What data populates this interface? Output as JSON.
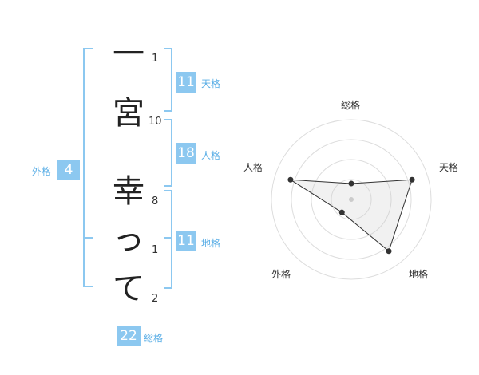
{
  "name": {
    "chars": [
      "一",
      "宮",
      "幸",
      "っ",
      "て"
    ],
    "strokes": [
      "1",
      "10",
      "8",
      "1",
      "2"
    ]
  },
  "scores": {
    "tenkaku": {
      "value": "11",
      "label": "天格"
    },
    "jinkaku": {
      "value": "18",
      "label": "人格"
    },
    "chikaku": {
      "value": "11",
      "label": "地格"
    },
    "gaikaku": {
      "value": "4",
      "label": "外格"
    },
    "soukaku": {
      "value": "22",
      "label": "総格"
    }
  },
  "colors": {
    "accent": "#8cc8f0",
    "label": "#5aaee6"
  },
  "chart_data": {
    "type": "radar",
    "categories": [
      "総格",
      "天格",
      "地格",
      "外格",
      "人格"
    ],
    "values": [
      1,
      4,
      4,
      1,
      4
    ],
    "rmax": 5,
    "rings": 4
  }
}
